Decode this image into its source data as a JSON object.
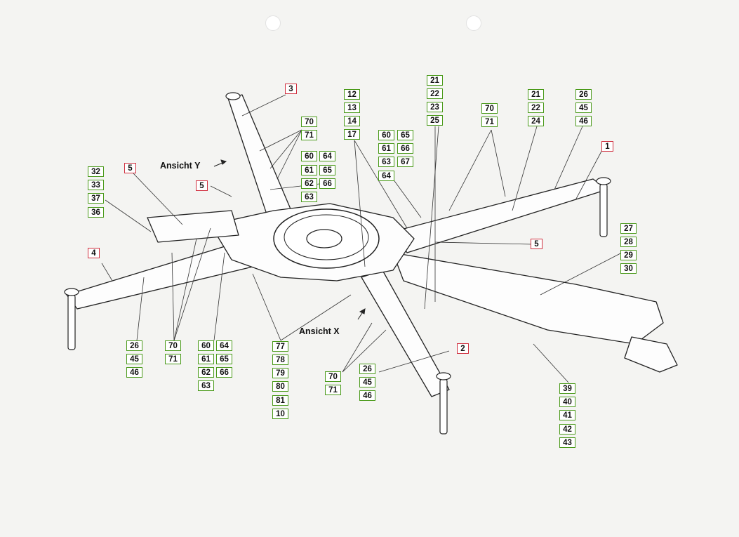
{
  "views": {
    "y": "Ansicht Y",
    "x": "Ansicht X"
  },
  "colors": {
    "part_box": "#4a9a1a",
    "assembly_box": "#d03040",
    "paper": "#f4f4f2"
  },
  "callouts": {
    "red": [
      "1",
      "2",
      "3",
      "4",
      "5",
      "5",
      "5"
    ],
    "green": [
      "70",
      "71",
      "60",
      "64",
      "61",
      "65",
      "62",
      "66",
      "63",
      "12",
      "13",
      "14",
      "17",
      "60",
      "65",
      "61",
      "66",
      "63",
      "67",
      "64",
      "21",
      "22",
      "23",
      "25",
      "70",
      "71",
      "21",
      "22",
      "24",
      "26",
      "45",
      "46",
      "32",
      "33",
      "37",
      "36",
      "27",
      "28",
      "29",
      "30",
      "26",
      "45",
      "46",
      "70",
      "71",
      "60",
      "64",
      "61",
      "65",
      "62",
      "66",
      "63",
      "77",
      "78",
      "79",
      "80",
      "81",
      "10",
      "70",
      "71",
      "26",
      "45",
      "46",
      "39",
      "40",
      "41",
      "42",
      "43"
    ]
  }
}
